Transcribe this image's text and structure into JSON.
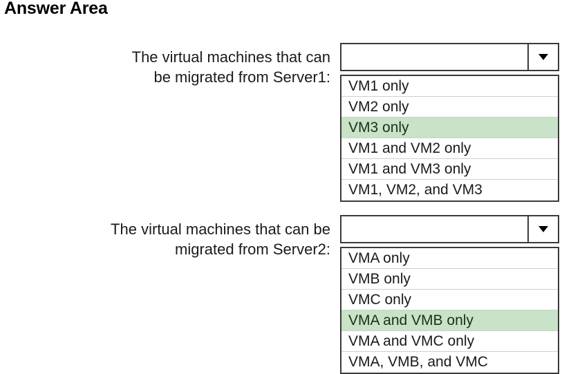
{
  "page": {
    "title": "Answer Area"
  },
  "accent": {
    "highlight_green": "#c8e3c7",
    "border_dark": "#3a3a3a",
    "separator_gray": "#cfcfcf"
  },
  "questions": [
    {
      "label_line1": "The virtual machines that can",
      "label_line2": "be migrated from Server1:",
      "select": {
        "value": "",
        "placeholder": "",
        "arrow_icon": "chevron-down-icon"
      },
      "options": [
        {
          "label": "VM1 only",
          "selected": false
        },
        {
          "label": "VM2 only",
          "selected": false
        },
        {
          "label": "VM3 only",
          "selected": true
        },
        {
          "label": "VM1 and VM2 only",
          "selected": false
        },
        {
          "label": "VM1 and VM3 only",
          "selected": false
        },
        {
          "label": "VM1, VM2, and VM3",
          "selected": false
        }
      ]
    },
    {
      "label_line1": "The virtual machines that can be",
      "label_line2": "migrated from Server2:",
      "select": {
        "value": "",
        "placeholder": "",
        "arrow_icon": "chevron-down-icon"
      },
      "options": [
        {
          "label": "VMA only",
          "selected": false
        },
        {
          "label": "VMB only",
          "selected": false
        },
        {
          "label": "VMC only",
          "selected": false
        },
        {
          "label": "VMA and VMB only",
          "selected": true
        },
        {
          "label": "VMA and VMC only",
          "selected": false
        },
        {
          "label": "VMA, VMB, and VMC",
          "selected": false
        }
      ]
    }
  ]
}
